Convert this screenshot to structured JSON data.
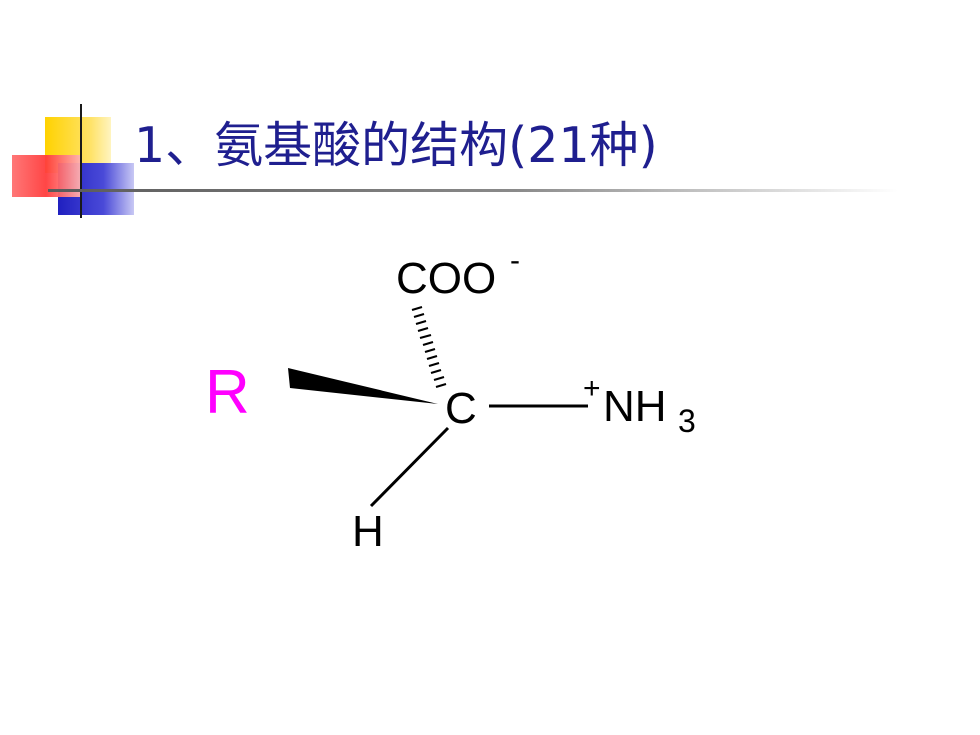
{
  "slide": {
    "title": "1、氨基酸的结构(21种)"
  },
  "molecule": {
    "carboxyl": "COO",
    "carboxyl_charge": "-",
    "center_atom": "C",
    "amino_charge": "+",
    "amino_group": "NH",
    "amino_subscript": "3",
    "r_group": "R",
    "hydrogen": "H"
  },
  "colors": {
    "title": "#1f1f8f",
    "r_group": "#ff00ff",
    "deco_yellow": "#ffd200",
    "deco_red": "#ff4b4b",
    "deco_blue": "#2b2bc8"
  }
}
